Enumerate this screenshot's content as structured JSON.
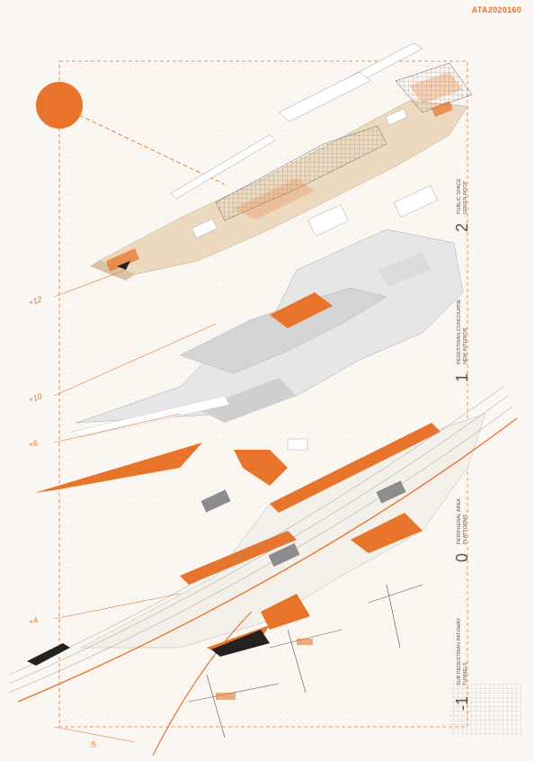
{
  "project_code": "ATA2020160",
  "colors": {
    "accent": "#e8742b",
    "paper": "#fbf8f3",
    "beige": "#ecd9bf",
    "grey": "#c9c9c9",
    "dark_grey": "#8c8c8c"
  },
  "levels": [
    {
      "number": "2",
      "title": "PUBLIC SPACE",
      "subtitle": "GREEN ROOF"
    },
    {
      "number": "1",
      "title": "PEDESTRIAN CONCOURSE",
      "subtitle": "NEW INTERIOR"
    },
    {
      "number": "0",
      "title": "PERIPHERAL AREA",
      "subtitle": "PLATFORMS"
    },
    {
      "number": "-1",
      "title": "SUB PEDESTRIAN PATHWAY",
      "subtitle": "TUNNELS"
    }
  ],
  "elevations": [
    "+12",
    "+10",
    "+6",
    "+4",
    "-5"
  ]
}
